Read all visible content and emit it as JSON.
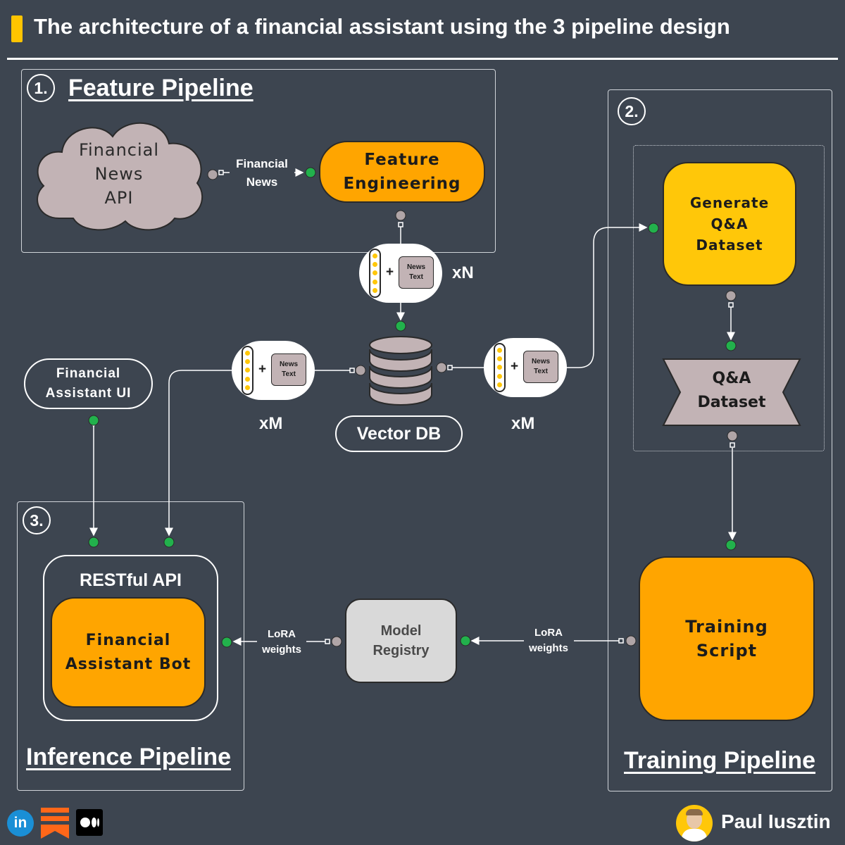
{
  "title": "The architecture of a financial assistant using the 3 pipeline design",
  "colors": {
    "background": "#3d4550",
    "accent_orange": "#ffa500",
    "accent_yellow": "#ffc709",
    "connector_green": "#22b14c",
    "connector_grey": "#b0a5a7"
  },
  "feature_pipeline": {
    "number": "1.",
    "label": "Feature Pipeline",
    "source": "Financial\nNews\nAPI",
    "edge_label": "Financial\nNews",
    "process": "Feature\nEngineering",
    "embedding_doc": "News\nText",
    "multiplier": "xN"
  },
  "vector_db": {
    "label": "Vector DB",
    "left_multiplier": "xM",
    "right_multiplier": "xM",
    "embedding_doc": "News\nText"
  },
  "training_pipeline": {
    "number": "2.",
    "label": "Training Pipeline",
    "generate": "Generate\nQ&A\nDataset",
    "dataset": "Q&A\nDataset",
    "script": "Training\nScript",
    "edge_label": "LoRA\nweights"
  },
  "model_registry": {
    "label": "Model\nRegistry"
  },
  "inference_pipeline": {
    "number": "3.",
    "label": "Inference Pipeline",
    "ui": "Financial\nAssistant UI",
    "api": "RESTful API",
    "bot": "Financial\nAssistant Bot",
    "edge_label": "LoRA\nweights"
  },
  "footer": {
    "icons": [
      "linkedin-icon",
      "substack-icon",
      "medium-icon"
    ],
    "author": "Paul Iusztin"
  }
}
